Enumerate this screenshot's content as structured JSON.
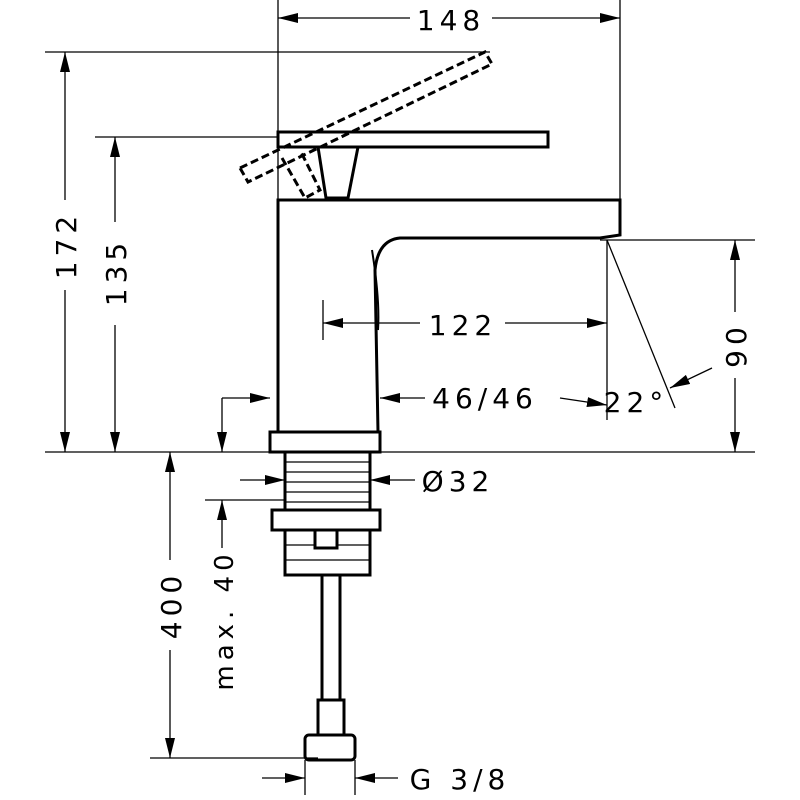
{
  "title": "Basin mixer dimension drawing",
  "dimensions": {
    "width_total": "148",
    "height_total": "172",
    "height_handle": "135",
    "spout_reach": "122",
    "flow_angle_label": "46/46",
    "spout_angle": "22°",
    "spout_height": "90",
    "shank_diameter": "Ø32",
    "hose_length": "400",
    "max_deck": "max. 40",
    "thread": "G 3/8"
  },
  "colors": {
    "line": "#000000",
    "background": "#ffffff"
  }
}
